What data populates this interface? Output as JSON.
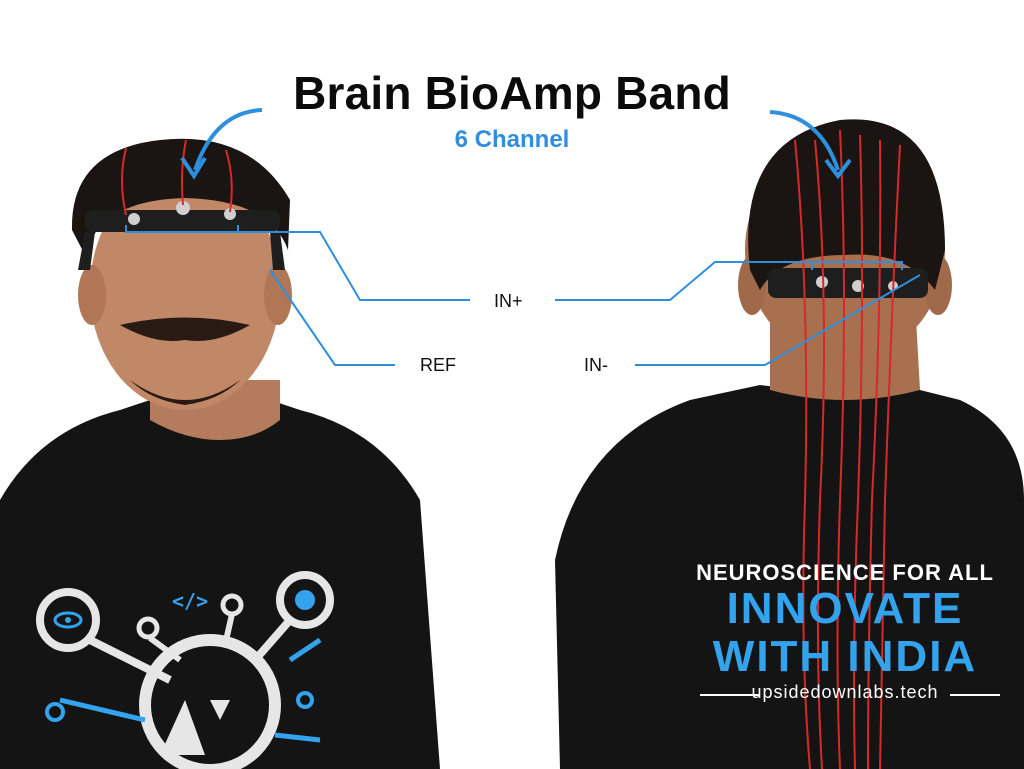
{
  "title": "Brain BioAmp Band",
  "subtitle": "6 Channel",
  "labels": {
    "in_plus": "IN+",
    "ref": "REF",
    "in_minus": "IN-"
  },
  "shirt_back": {
    "line1": "NEUROSCIENCE FOR ALL",
    "line2": "INNOVATE",
    "line3": "WITH INDIA",
    "line4": "upsidedownlabs.tech"
  },
  "colors": {
    "accent_blue": "#2f8fdd",
    "wire_red": "#d62a2a",
    "shirt": "#141414"
  }
}
